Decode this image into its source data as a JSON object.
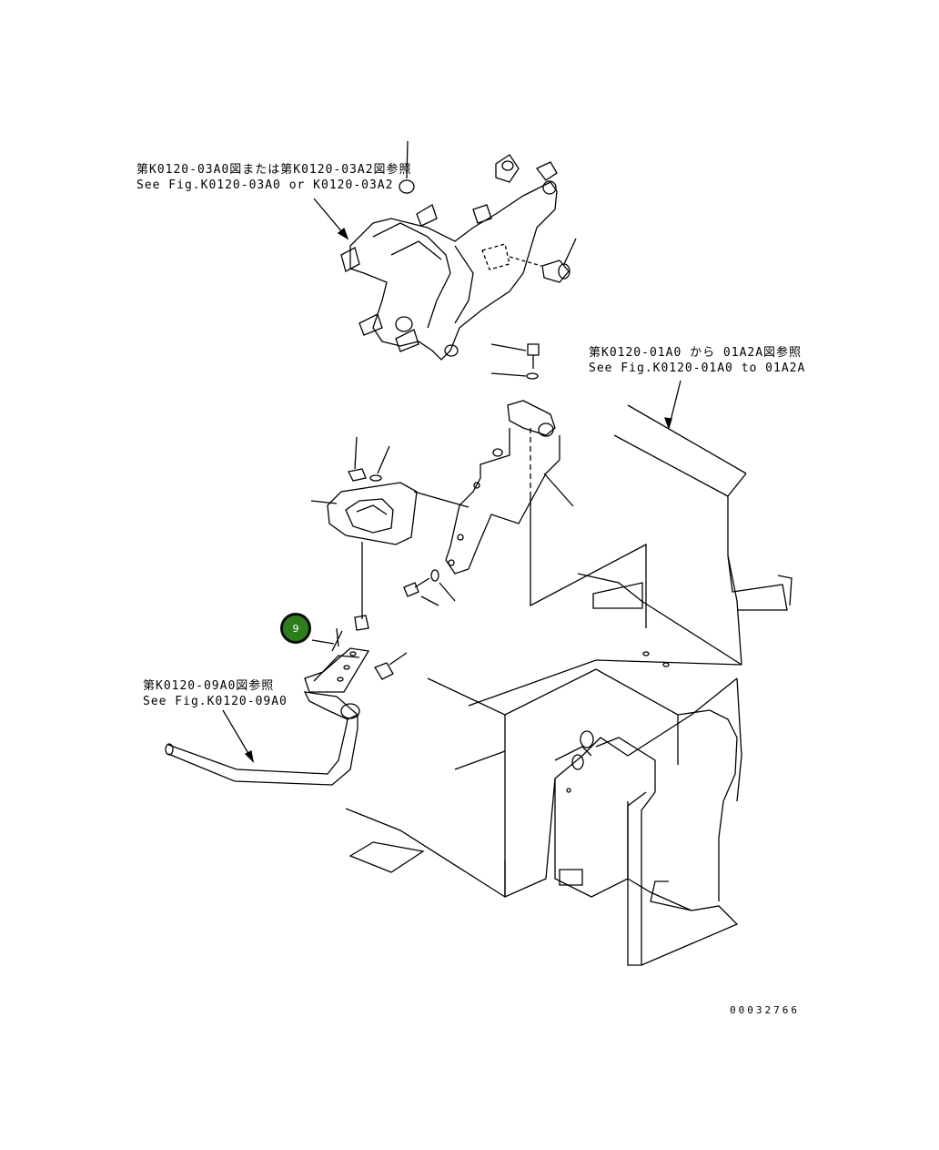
{
  "references": {
    "top_left": {
      "jp": "第K0120-03A0図または第K0120-03A2図参照",
      "en": "See Fig.K0120-03A0 or K0120-03A2"
    },
    "top_right": {
      "jp": "第K0120-01A0 から 01A2A図参照",
      "en": "See Fig.K0120-01A0 to 01A2A"
    },
    "bottom_left": {
      "jp": "第K0120-09A0図参照",
      "en": "See Fig.K0120-09A0"
    }
  },
  "callout": {
    "number": "9",
    "color": "#2e7d1c"
  },
  "drawing_number": "00032766"
}
